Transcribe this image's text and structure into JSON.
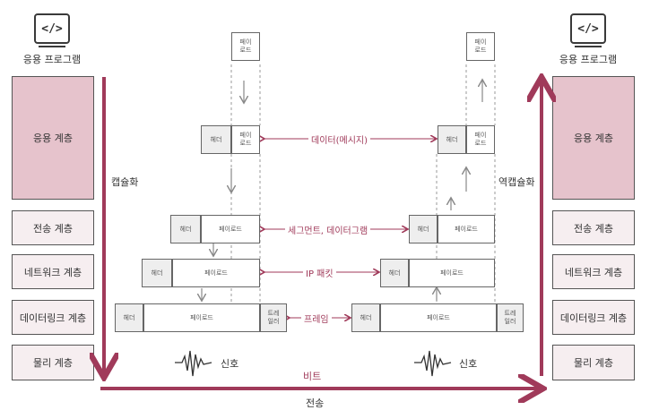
{
  "left_stack": {
    "app_label": "응용 프로그램",
    "icon": "code-icon",
    "layers": [
      "응용 계층",
      "전송 계층",
      "네트워크 계층",
      "데이터링크 계층",
      "물리 계층"
    ]
  },
  "right_stack": {
    "app_label": "응용 프로그램",
    "icon": "code-icon",
    "layers": [
      "응용 계층",
      "전송 계층",
      "네트워크 계층",
      "데이터링크 계층",
      "물리 계층"
    ]
  },
  "process": {
    "encapsulation": "캡슐화",
    "decapsulation": "역캡슐화",
    "transmission": "전송",
    "bits": "비트",
    "signal_left": "신호",
    "signal_right": "신호"
  },
  "packet_parts": {
    "header": "헤더",
    "payload": "페이로드",
    "payload_split": "페이\n로드",
    "trailer": "트레\n일러"
  },
  "units": {
    "data": "데이터(메시지)",
    "segment": "세그먼트, 데이터그램",
    "packet": "IP 패킷",
    "frame": "프레임"
  },
  "colors": {
    "accent": "#a03a5a",
    "layer_fill": "#e6c3cc",
    "layer_fill_light": "#f6eef0"
  }
}
